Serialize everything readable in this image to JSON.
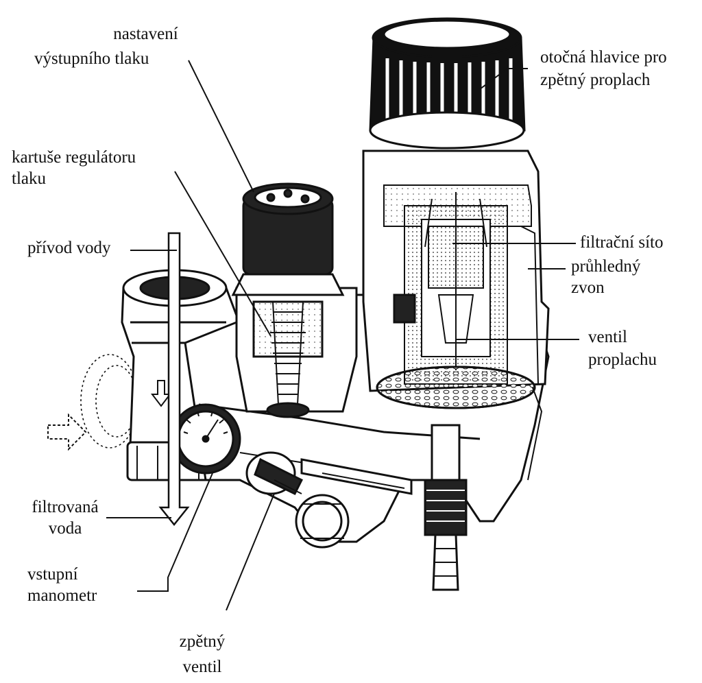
{
  "labels": {
    "outlet_pressure": [
      "nastavení",
      "výstupního tlaku"
    ],
    "regulator_cartridge": [
      "kartuše regulátoru",
      "tlaku"
    ],
    "water_inlet": [
      "přívod vody"
    ],
    "filtered_water": [
      "filtrovaná",
      "voda"
    ],
    "inlet_gauge": [
      "vstupní",
      "manometr"
    ],
    "check_valve": [
      "zpětný",
      "ventil"
    ],
    "backwash_knob": [
      "otočná hlavice pro",
      "zpětný proplach"
    ],
    "filter_screen": [
      "filtrační síto"
    ],
    "transparent_bowl": [
      "průhledný",
      "zvon"
    ],
    "flush_valve": [
      "ventil",
      "proplachu"
    ]
  },
  "colors": {
    "ink": "#111111",
    "paper": "#ffffff",
    "stipple": "#9a9a9a"
  }
}
